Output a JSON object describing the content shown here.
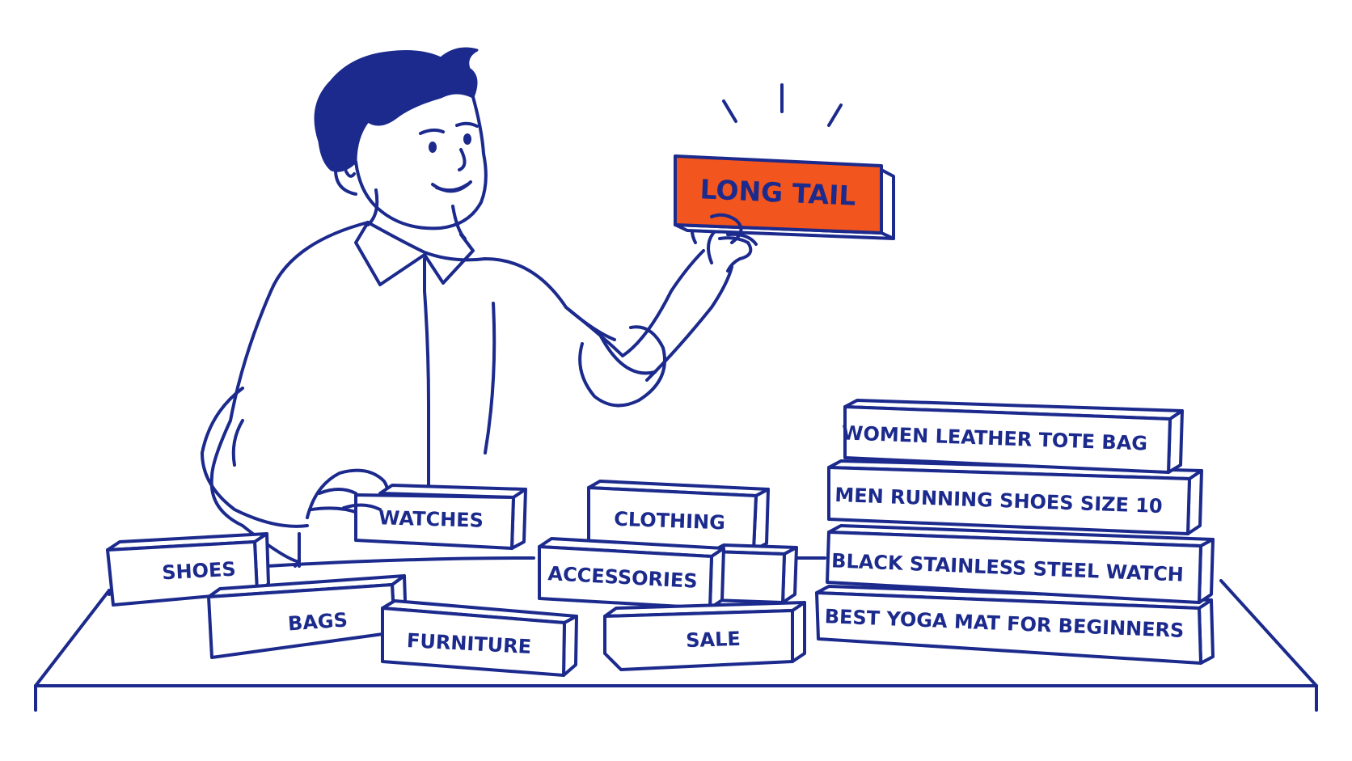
{
  "highlight": {
    "label": "LONG TAIL",
    "fill_color": "#f2551d"
  },
  "colors": {
    "ink": "#1b2a8c",
    "background": "#ffffff"
  },
  "scattered_blocks": [
    {
      "key": "watches",
      "label": "WATCHES"
    },
    {
      "key": "shoes",
      "label": "SHOES"
    },
    {
      "key": "bags",
      "label": "BAGS"
    },
    {
      "key": "furniture",
      "label": "FURNITURE"
    },
    {
      "key": "clothing",
      "label": "CLOTHING"
    },
    {
      "key": "accessories",
      "label": "ACCESSORIES"
    },
    {
      "key": "sale",
      "label": "SALE"
    }
  ],
  "stacked_blocks": [
    {
      "key": "tote",
      "label": "WOMEN LEATHER TOTE BAG"
    },
    {
      "key": "running",
      "label": "MEN RUNNING SHOES SIZE 10"
    },
    {
      "key": "watch",
      "label": "BLACK STAINLESS STEEL WATCH"
    },
    {
      "key": "yoga",
      "label": "BEST YOGA MAT FOR BEGINNERS"
    }
  ]
}
